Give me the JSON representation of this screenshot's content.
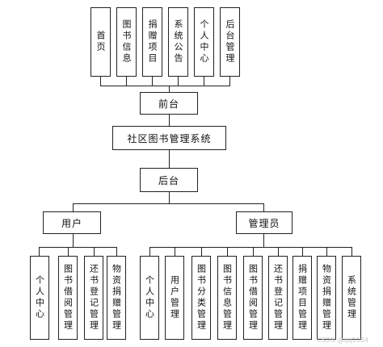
{
  "frontend_modules": [
    "首页",
    "图书信息",
    "捐赠项目",
    "系统公告",
    "个人中心",
    "后台管理"
  ],
  "frontend": "前台",
  "system": "社区图书管理系统",
  "backend": "后台",
  "roles": {
    "user": "用户",
    "admin": "管理员"
  },
  "user_modules": [
    "个人中心",
    "图书借阅管理",
    "还书登记管理",
    "物资捐赠管理"
  ],
  "admin_modules": [
    "个人中心",
    "用户管理",
    "图书分类管理",
    "图书信息管理",
    "图书借阅管理",
    "还书登记管理",
    "捐赠项目管理",
    "物资捐赠管理",
    "系统管理"
  ],
  "watermark": "CSDN @qq1084"
}
